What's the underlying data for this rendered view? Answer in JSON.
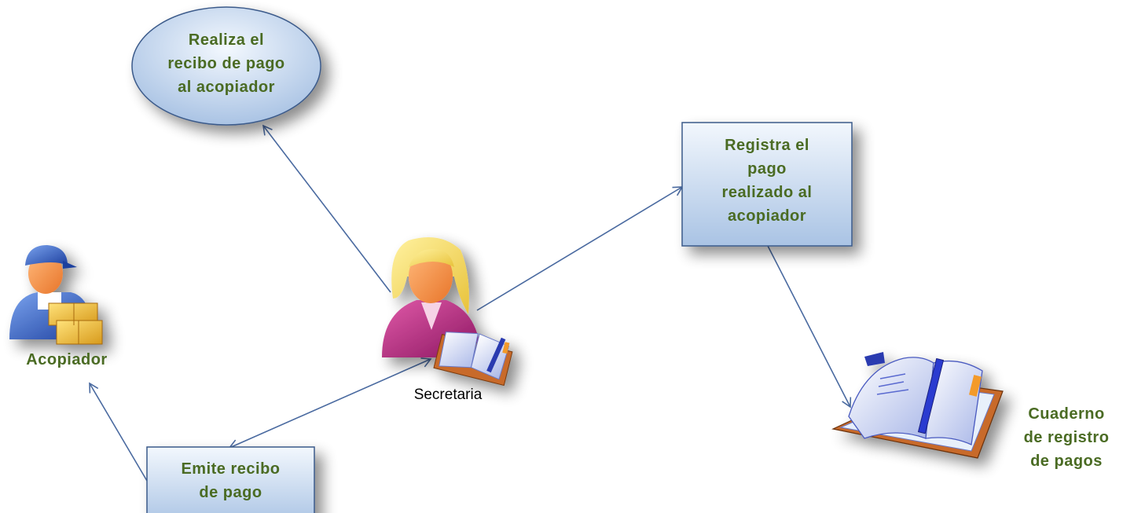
{
  "diagram": {
    "nodes": {
      "recibo_oval": {
        "label": "Realiza el\nrecibo de pago\nal acopiador"
      },
      "registra_box": {
        "label": "Registra el\npago\nrealizado al\nacopiador"
      },
      "emite_box": {
        "label": "Emite recibo\nde pago"
      },
      "cuaderno_label": {
        "label": "Cuaderno\nde registro\nde pagos"
      }
    },
    "actors": {
      "acopiador": {
        "label": "Acopiador",
        "icon": "delivery-man-icon"
      },
      "secretaria": {
        "label": "Secretaria",
        "icon": "secretary-icon"
      },
      "cuaderno": {
        "icon": "notebook-icon"
      }
    },
    "colors": {
      "node_fill_light": "#eef4fb",
      "node_fill_dark": "#a9c3e4",
      "node_stroke": "#3b5a8a",
      "text_green": "#4a6b23",
      "arrow": "#4a6aa0"
    }
  }
}
